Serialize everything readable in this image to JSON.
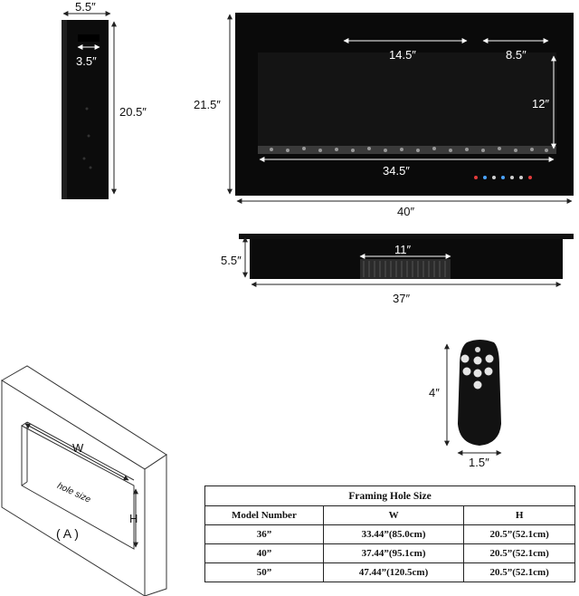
{
  "side_view": {
    "width_top": "5.5″",
    "depth_inner": "3.5″",
    "height": "20.5″"
  },
  "front_view": {
    "outer_height": "21.5″",
    "span_left": "14.5″",
    "span_right": "8.5″",
    "flame_height": "12″",
    "flame_width": "34.5″",
    "outer_width": "40″"
  },
  "top_view": {
    "depth": "5.5″",
    "vent_width": "11″",
    "body_width": "37″"
  },
  "remote": {
    "height": "4″",
    "width": "1.5″"
  },
  "hole_diagram": {
    "w_label": "W",
    "h_label": "H",
    "hole_label": "hole size",
    "caption": "( A )"
  },
  "framing_table": {
    "title": "Framing Hole Size",
    "headers": [
      "Model Number",
      "W",
      "H"
    ],
    "rows": [
      [
        "36”",
        "33.44”(85.0cm)",
        "20.5”(52.1cm)"
      ],
      [
        "40”",
        "37.44”(95.1cm)",
        "20.5”(52.1cm)"
      ],
      [
        "50”",
        "47.44”(120.5cm)",
        "20.5”(52.1cm)"
      ]
    ]
  }
}
